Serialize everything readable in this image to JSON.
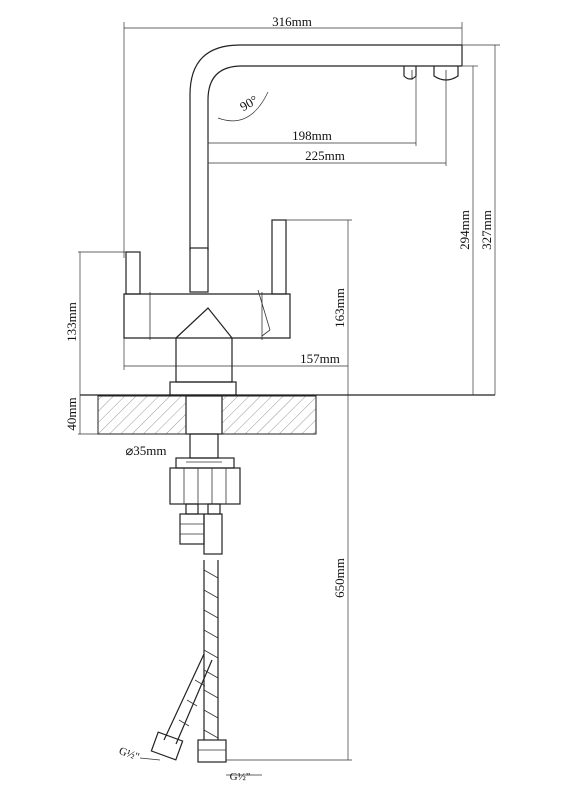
{
  "dimensions": {
    "spout_reach": "316mm",
    "angle": "90°",
    "inner_reach": "198mm",
    "outer_reach": "225mm",
    "spout_height_inner": "294mm",
    "spout_height_total": "327mm",
    "handle_height": "133mm",
    "body_height": "163mm",
    "body_width": "157mm",
    "counter_thickness": "40mm",
    "shank_diameter": "⌀35mm",
    "hose_length": "650mm",
    "thread_left": "G½\"",
    "thread_right": "G½\""
  }
}
